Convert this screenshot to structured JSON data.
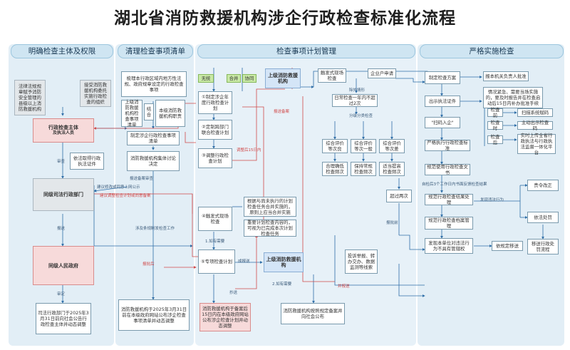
{
  "title": "湖北省消防救援机构涉企行政检查标准化流程",
  "lanes": {
    "l1": "明确检查主体及权限",
    "l2": "清理检查事项清单",
    "l3": "检查事项计划管理",
    "l4": "严格实施检查"
  },
  "col1": {
    "b1": "法律法规规章赋予消防安全管理的县级以上消防救援机构",
    "b2": "接受消防救援机构委托实施行政检查的组织",
    "subject_title": "行政检查主体",
    "subject_sub": "及执法人员",
    "b4": "依法取得行政执法证件",
    "judicial": "同级司法行政部门",
    "gov": "同级人民政府",
    "b7": "司法行政部门于2025年3月31日前向社会公告行政检查主体并动态调整",
    "lbl_review": "审查",
    "lbl_report": "报送",
    "lbl_confirm": "审定"
  },
  "col2": {
    "b1": "梳理本行政区域内地方性法规、政府规章设定的行政检查事项",
    "b2": "上级消防救援机构检查事项清单",
    "b3": "结合",
    "b4": "本级消防救援机构职责",
    "b5": "制定涉企行政检查事项清单",
    "b6": "消防救援机构集体讨论决定",
    "b7": "消防救援机构于2025年3月31日前在本级政府网站公布涉企检查事项清单并动态调整",
    "lbl_submit": "报送备案审查",
    "lbl_publish": "建议修改或同意上网公示",
    "lbl_adjust": "建议调整检查计划或同意备案",
    "lbl_summary": "涉及条规制发检查工作"
  },
  "col3": {
    "none": "无统",
    "merge": "合并",
    "coord": "协同",
    "superior": "上级消防救援机构",
    "flow_title": "触发式现场检查",
    "enterprise": "企业户申请",
    "p1": "①制定涉企年度行政检查计划",
    "p2": "②定制跨部门联合检查计划",
    "p3": "③调整行政检查计划",
    "daily": "日常检查一年内不超过2次",
    "grade": "分级分类检查",
    "g1": "综合评价等次良",
    "g2": "综合评价等次一般",
    "g3": "综合评价等次差",
    "r1": "合理确低检查频次",
    "r2": "保持常规检查频次",
    "r3": "适当提高检查频次",
    "exceed": "超过两次",
    "p4": "④触发式现场检查",
    "p4a": "根据与尚未执行的计划检查任务合并实施的，原则上应当合并实施",
    "p4b": "重要计划检查内容的，可视为已完成本次计划检查任务",
    "p5": "⑤专项检查计划",
    "sup2": "上级消防救援机构",
    "complaint": "投诉举报、转办交办、数据监测等线索",
    "b_red": "消防救援机构于备案后15日内在本级政府网站公布涉企检查计划并动态调整",
    "b_last": "消防救援机构按照规定备案并向社会公布",
    "lbl_file": "报送备案",
    "lbl_15": "调整后15日内",
    "lbl_except": "除外情形",
    "lbl_reason": "报批前",
    "lbl_report": "1.如有需要",
    "lbl_report2": "2.如有需要",
    "lbl_other": "抄送",
    "lbl_submitplan": "报批后",
    "lbl_review2": "成报送",
    "lbl_join": "并报送"
  },
  "col4": {
    "s1": "制定检查方案",
    "s1r": "报本机关负责人批准",
    "s2": "出示执法证件",
    "s2r": "情况紧急、需要当场实施的，要及时报告并在检查启动后15日内补办批准手续",
    "s3": "\"扫码入企\"",
    "s3a": "检查前",
    "s3b": "检查时",
    "s3c": "检查后",
    "s3ar": "扫描系统赋码",
    "s3br": "主动出示检查码",
    "s3cr": "实时上传全省行政执法与行政执法监督一体化平台",
    "s4": "严格执行行政检查标准",
    "s5": "规范使用行政检查文书",
    "s5n": "自检后3个工作日内书面反馈检查结果",
    "s6": "规范行政检查结果处理",
    "s6r": "发现违法行为",
    "s6a": "责令改正",
    "s6b": "依法处罚",
    "s6c": "移送行政处罚流程",
    "s7": "规范行政检查档案管理",
    "s8": "发现本单位对违法行为不具有管辖权",
    "s8r": "依规定移送"
  },
  "colors": {
    "lane_bg": "#dcecf6",
    "red_box": "#f7dada",
    "arrow_red": "#d04a4a",
    "arrow_blue": "#2f6ea8"
  }
}
